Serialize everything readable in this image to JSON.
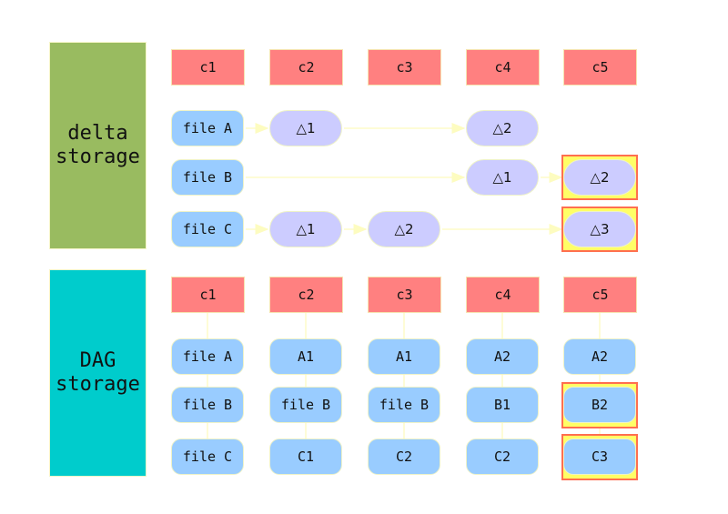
{
  "colors": {
    "delta_panel": "#99bb60",
    "dag_panel": "#00cccc",
    "commit_header": "#ff8080",
    "file_node": "#99ccff",
    "delta_node": "#ccccff",
    "highlight_fill": "#ffff66",
    "highlight_border": "#ff6f4f",
    "edge": "#fdfcc8"
  },
  "commits": [
    "c1",
    "c2",
    "c3",
    "c4",
    "c5"
  ],
  "delta_storage": {
    "title": "delta\nstorage",
    "rows": [
      {
        "file": "file A",
        "cells": [
          "△1",
          null,
          "△2",
          null
        ]
      },
      {
        "file": "file B",
        "cells": [
          null,
          null,
          "△1",
          "△2"
        ]
      },
      {
        "file": "file C",
        "cells": [
          "△1",
          "△2",
          null,
          "△3"
        ]
      }
    ],
    "highlighted": [
      [
        1,
        3
      ],
      [
        2,
        3
      ]
    ]
  },
  "dag_storage": {
    "title": "DAG\nstorage",
    "rows": [
      {
        "file": "file A",
        "cells": [
          "A1",
          "A1",
          "A2",
          "A2"
        ]
      },
      {
        "file": "file B",
        "cells": [
          "file B",
          "file B",
          "B1",
          "B2"
        ]
      },
      {
        "file": "file C",
        "cells": [
          "C1",
          "C2",
          "C2",
          "C3"
        ]
      }
    ],
    "highlighted": [
      [
        1,
        3
      ],
      [
        2,
        3
      ]
    ]
  }
}
